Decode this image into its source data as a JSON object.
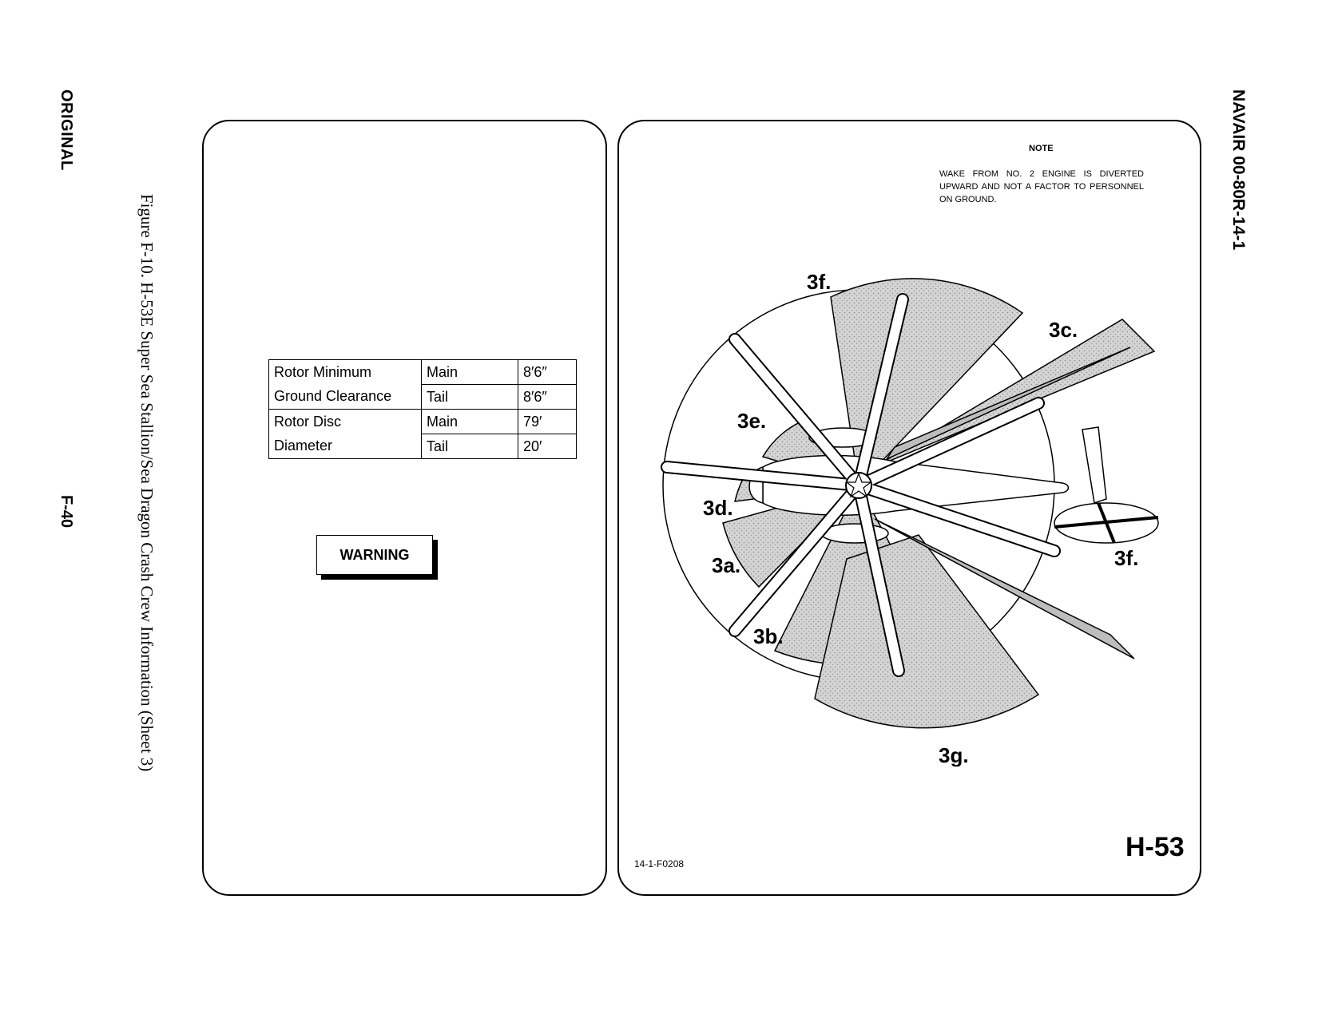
{
  "header": {
    "left_margin_label": "ORIGINAL",
    "page_number": "F-40",
    "document_number": "NAVAIR 00-80R-14-1"
  },
  "caption": "Figure F-10.  H-53E Super Sea Stallion/Sea Dragon Crash Crew Information (Sheet 3)",
  "specs_table": {
    "rows": [
      {
        "label_line1": "Rotor Minimum",
        "label_line2": "Ground Clearance",
        "items": [
          {
            "rotor": "Main",
            "value": "8′6″"
          },
          {
            "rotor": "Tail",
            "value": "8′6″"
          }
        ]
      },
      {
        "label_line1": "Rotor Disc",
        "label_line2": "Diameter",
        "items": [
          {
            "rotor": "Main",
            "value": "79′"
          },
          {
            "rotor": "Tail",
            "value": "20′"
          }
        ]
      }
    ]
  },
  "warning": "WARNING",
  "note": {
    "title": "NOTE",
    "text": "WAKE FROM NO. 2 ENGINE IS DIVERTED UPWARD AND NOT A FACTOR TO PERSONNEL ON GROUND."
  },
  "diagram_labels": {
    "zone_3a": "3a.",
    "zone_3b": "3b.",
    "zone_3c": "3c.",
    "zone_3d": "3d.",
    "zone_3e": "3e.",
    "zone_3f_top": "3f.",
    "zone_3f_tail": "3f.",
    "zone_3g": "3g."
  },
  "figure_id": "14-1-F0208",
  "aircraft_designation": "H-53"
}
